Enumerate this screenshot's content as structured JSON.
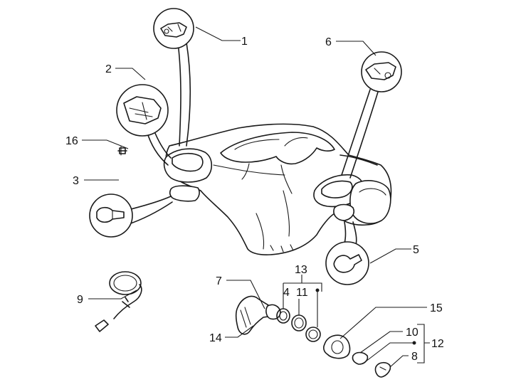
{
  "callouts": {
    "c1": "1",
    "c2": "2",
    "c3": "3",
    "c4": "4",
    "c5": "5",
    "c6": "6",
    "c7": "7",
    "c8": "8",
    "c9": "9",
    "c10": "10",
    "c11": "11",
    "c12": "12",
    "c13": "13",
    "c14": "14",
    "c15": "15",
    "c16": "16"
  },
  "colors": {
    "ink": "#1a1a1a",
    "background": "#ffffff"
  }
}
